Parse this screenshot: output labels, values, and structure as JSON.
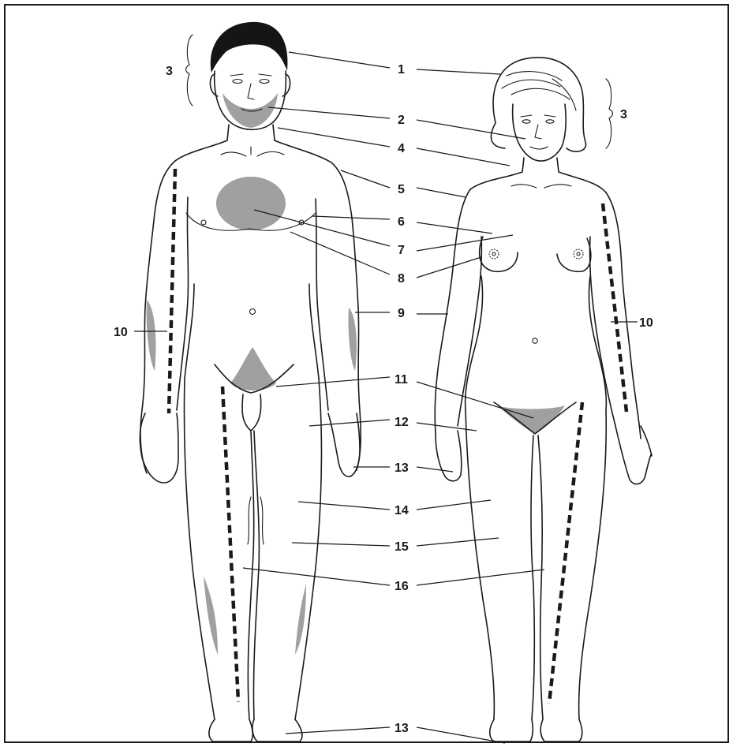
{
  "figure": {
    "labels": [
      "1",
      "2",
      "3",
      "4",
      "5",
      "6",
      "7",
      "8",
      "9",
      "10",
      "11",
      "12",
      "13",
      "14",
      "15",
      "16"
    ],
    "label_3_left": "3",
    "label_3_right": "3",
    "label_10_left": "10",
    "label_10_right": "10",
    "label_13_bottom": "13"
  },
  "colors": {
    "ink": "#1a1a1a",
    "shade": "#8f8f8f",
    "background": "#ffffff"
  }
}
